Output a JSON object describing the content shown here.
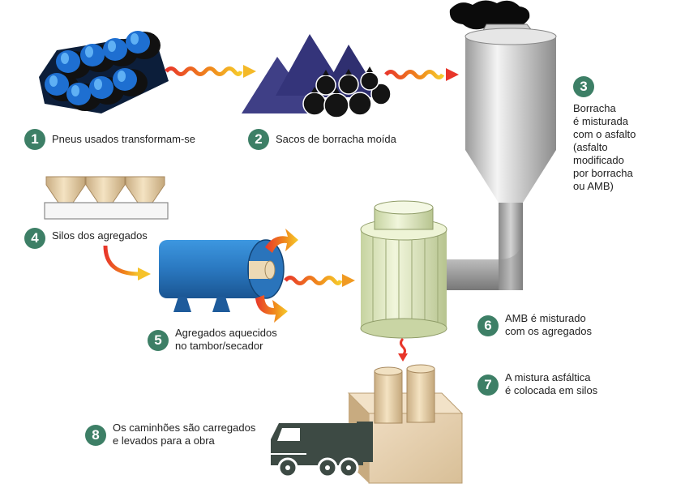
{
  "steps": [
    {
      "num": "1",
      "lines": [
        "Pneus usados transformam-se"
      ]
    },
    {
      "num": "2",
      "lines": [
        "Sacos de borracha moída"
      ]
    },
    {
      "num": "3",
      "lines": [
        "Borracha",
        "é misturada",
        "com o asfalto",
        "(asfalto",
        "modificado",
        "por borracha",
        "ou AMB)"
      ]
    },
    {
      "num": "4",
      "lines": [
        "Silos dos agregados"
      ]
    },
    {
      "num": "5",
      "lines": [
        "Agregados aquecidos",
        "no tambor/secador"
      ]
    },
    {
      "num": "6",
      "lines": [
        "AMB é misturado",
        "com os agregados"
      ]
    },
    {
      "num": "7",
      "lines": [
        "A mistura asfáltica",
        "é colocada em silos"
      ]
    },
    {
      "num": "8",
      "lines": [
        "Os caminhões são carregados",
        "e levados para a obra"
      ]
    }
  ],
  "colors": {
    "badge": "#3d7f66",
    "tire": "#1e6fd1",
    "rubber_pile": "#3f3f86",
    "arrow": "#d93320",
    "drum": "#2d7fc8",
    "mixer": "#dfeabf",
    "truck": "#3d4a44"
  }
}
